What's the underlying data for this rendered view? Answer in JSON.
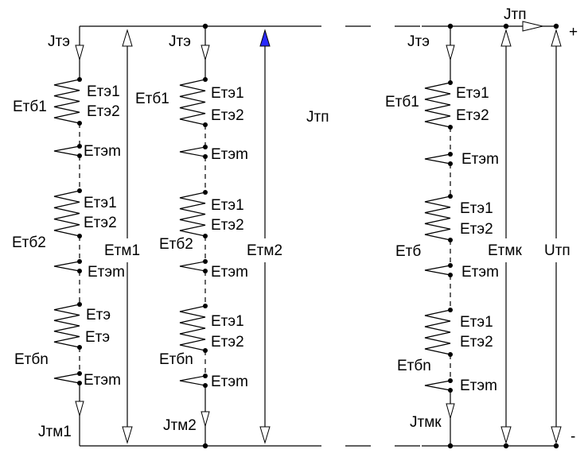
{
  "labels": {
    "jte": "Jтэ",
    "jtp": "Jтп",
    "jtm1": "Jтм1",
    "jtm2": "Jтм2",
    "jtmk": "Jтмк",
    "etb1": "Етб1",
    "etb2": "Етб2",
    "etbn": "Етбn",
    "etb": "Етб",
    "ete1": "Етэ1",
    "ete2": "Етэ2",
    "ete": "Етэ",
    "etem": "Етэm",
    "etm1": "Етм1",
    "etm2": "Етм2",
    "etmk": "Етмк",
    "utp": "Uтп",
    "plus": "+",
    "minus": "-"
  }
}
